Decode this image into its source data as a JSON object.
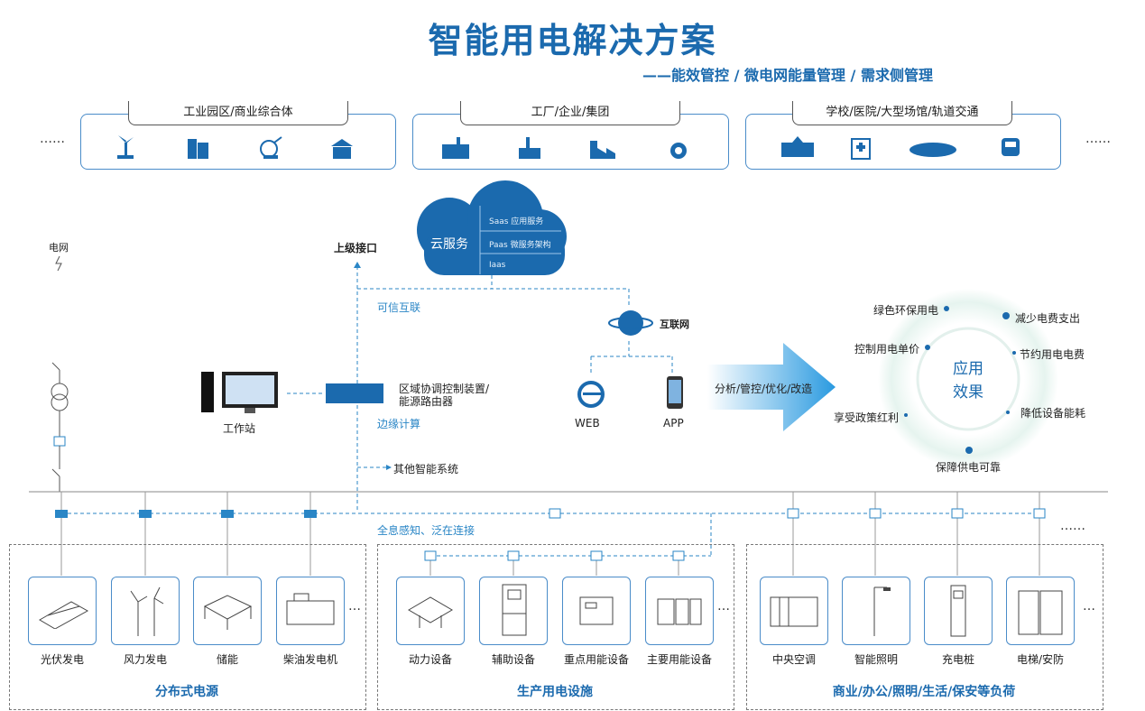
{
  "header": {
    "title": "智能用电解决方案",
    "subtitle": "——能效管控 / 微电网能量管理 / 需求侧管理"
  },
  "segments": [
    {
      "label": "工业园区/商业综合体",
      "icons": [
        "wind-turbine-icon",
        "office-building-icon",
        "satellite-icon",
        "pagoda-building-icon"
      ]
    },
    {
      "label": "工厂/企业/集团",
      "icons": [
        "factory-icon",
        "refinery-icon",
        "plant-icon",
        "gear-factory-icon"
      ]
    },
    {
      "label": "学校/医院/大型场馆/轨道交通",
      "icons": [
        "school-icon",
        "hospital-icon",
        "stadium-icon",
        "train-icon"
      ]
    }
  ],
  "ellipsis": "……",
  "cloud": {
    "title": "云服务",
    "layers": [
      "Saas 应用服务",
      "Paas 微服务架构",
      "Iaas"
    ]
  },
  "labels": {
    "grid": "电网",
    "upper_interface": "上级接口",
    "trusted_link": "可信互联",
    "internet": "互联网",
    "workstation": "工作站",
    "device": "区域协调控制装置/\n能源路由器",
    "edge": "边缘计算",
    "other_systems": "其他智能系统",
    "web": "WEB",
    "app": "APP",
    "arrow_text": "分析/管控/优化/改造",
    "sensing": "全息感知、泛在连接"
  },
  "effects": {
    "center": "应用\n效果",
    "items": [
      "绿色环保用电",
      "减少电费支出",
      "控制用电单价",
      "节约用电电费",
      "享受政策红利",
      "降低设备能耗",
      "保障供电可靠"
    ]
  },
  "groups": [
    {
      "title": "分布式电源",
      "devices": [
        "光伏发电",
        "风力发电",
        "储能",
        "柴油发电机"
      ]
    },
    {
      "title": "生产用电设施",
      "devices": [
        "动力设备",
        "辅助设备",
        "重点用能设备",
        "主要用能设备"
      ]
    },
    {
      "title": "商业/办公/照明/生活/保安等负荷",
      "devices": [
        "中央空调",
        "智能照明",
        "充电桩",
        "电梯/安防"
      ]
    }
  ],
  "colors": {
    "primary": "#1b6aae",
    "accent": "#2a86c6",
    "line": "#4a8cc9"
  }
}
